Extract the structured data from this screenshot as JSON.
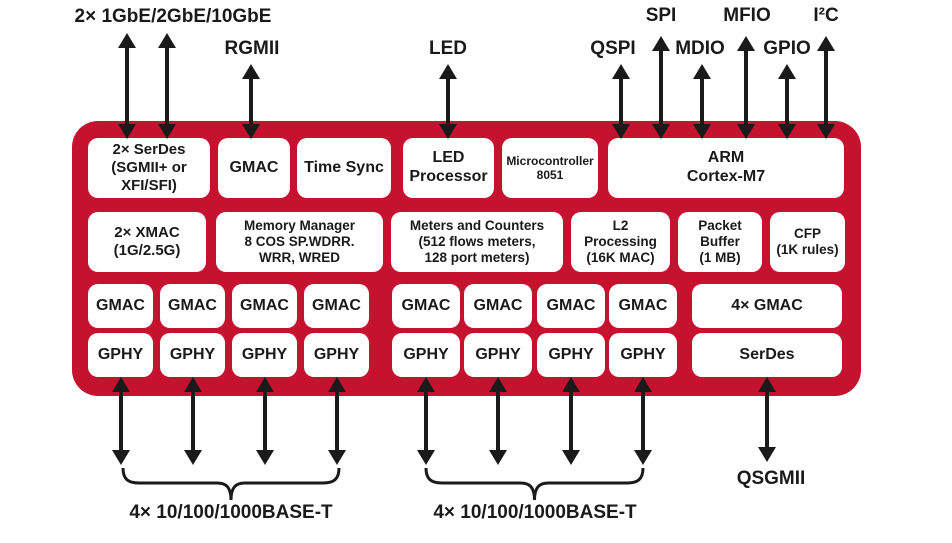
{
  "colors": {
    "red": "#C4122F",
    "ink": "#1A1A1A",
    "block_bg": "#FFFFFF"
  },
  "top": {
    "gbe": "2× 1GbE/2GbE/10GbE",
    "rgmii": "RGMII",
    "led": "LED",
    "qspi": "QSPI",
    "spi": "SPI",
    "mdio": "MDIO",
    "mfio": "MFIO",
    "gpio": "GPIO",
    "i2c": "I²C"
  },
  "blocks": {
    "row1": {
      "serdes2x": "2× SerDes\n(SGMII+ or\nXFI/SFI)",
      "gmac": "GMAC",
      "time_sync": "Time Sync",
      "led_processor": "LED\nProcessor",
      "microcontroller": "Microcontroller\n8051",
      "arm": "ARM\nCortex-M7"
    },
    "row2": {
      "xmac": "2× XMAC\n(1G/2.5G)",
      "memory_manager": "Memory Manager\n8 COS SP.WDRR.\nWRR, WRED",
      "meters": "Meters and Counters\n(512 flows meters,\n128 port meters)",
      "l2": "L2\nProcessing\n(16K MAC)",
      "packet_buffer": "Packet\nBuffer\n(1 MB)",
      "cfp": "CFP\n(1K rules)"
    },
    "gmac_label": "GMAC",
    "gphy_label": "GPHY",
    "gmac4": "4× GMAC",
    "serdes": "SerDes"
  },
  "bottom": {
    "baset_left": "4× 10/100/1000BASE-T",
    "baset_right": "4× 10/100/1000BASE-T",
    "qsgmii": "QSGMII"
  }
}
